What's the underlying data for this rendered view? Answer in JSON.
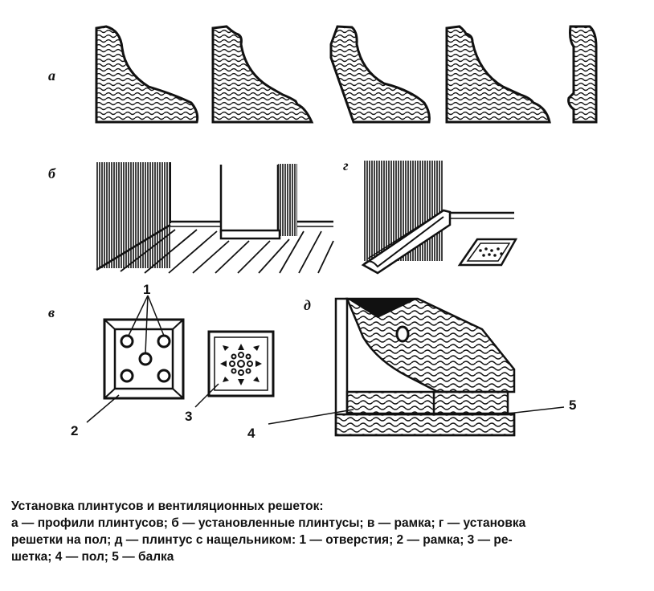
{
  "figure": {
    "panel_labels": {
      "a": "а",
      "b": "б",
      "v": "в",
      "g": "г",
      "d": "д"
    },
    "callouts": {
      "c1": "1",
      "c2": "2",
      "c3": "3",
      "c4": "4",
      "c5": "5"
    }
  },
  "caption": {
    "line1": "Установка плинтусов и вентиляционных решеток:",
    "line2": "а — профили плинтусов; б — установленные плинтусы; в — рамка; г — установка",
    "line3": "решетки на пол; д — плинтус с нащельником: 1 — отверстия; 2 — рамка; 3 — ре-",
    "line4": "шетка; 4 — пол; 5 — балка"
  }
}
